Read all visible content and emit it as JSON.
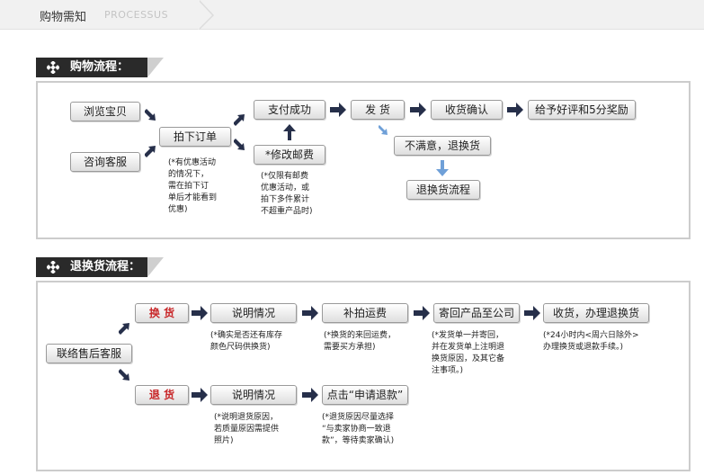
{
  "header": {
    "title": "购物需知",
    "subtitle": "PROCESSUS"
  },
  "shopping": {
    "label": "购物流程：",
    "browse": "浏览宝贝",
    "consult": "咨询客服",
    "order": "拍下订单",
    "pay": "支付成功",
    "ship": "发 货",
    "receive": "收货确认",
    "review": "给予好评和5分奖励",
    "modify_postage": "*修改邮费",
    "unsatisfied": "不满意，退换货",
    "return_flow": "退换货流程",
    "note_order": "(*有优惠活动\n的情况下，\n需在拍下订\n单后才能看到\n优惠)",
    "note_postage": "(*仅限有邮费\n优惠活动，或\n拍下多件累计\n不超重产品时)"
  },
  "returns": {
    "label": "退换货流程：",
    "contact": "联络售后客服",
    "exchange": "换 货",
    "refund": "退 货",
    "explain1": "说明情况",
    "repay_shipping": "补拍运费",
    "send_back": "寄回产品至公司",
    "receive_done": "收货，办理退换货",
    "explain2": "说明情况",
    "click_refund": "点击“申请退款”",
    "note_explain1": "(*确实是否还有库存\n颜色尺码供换货)",
    "note_repay": "(*换货的来回运费，\n需要买方承担)",
    "note_send": "(*发货单一并寄回，\n并在发货单上注明退\n换货原因，及其它备\n注事项。)",
    "note_receive": "(*24小时内<周六日除外>\n办理换货或退款手续。)",
    "note_explain2": "(*说明退货原因，\n若质量原因需提供\n照片)",
    "note_click": "(*退货原因尽量选择\n“与卖家协商一致退\n款”，等待卖家确认)"
  }
}
